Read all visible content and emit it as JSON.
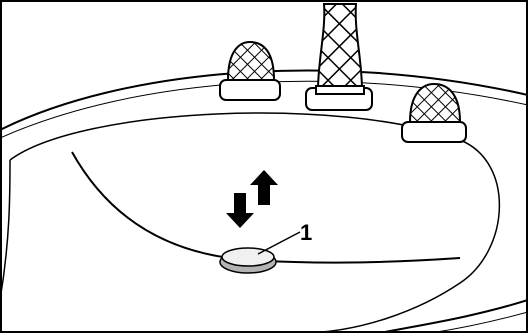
{
  "diagram": {
    "callouts": [
      {
        "id": "1",
        "label": "1",
        "target": "drain-stopper"
      }
    ],
    "arrows": [
      {
        "name": "stopper-up-arrow",
        "direction": "up"
      },
      {
        "name": "stopper-down-arrow",
        "direction": "down"
      }
    ],
    "colors": {
      "line": "#000000",
      "background": "#ffffff",
      "stopper_ring": "#b3b3b3",
      "stopper_cap": "#f0f0f0"
    }
  }
}
